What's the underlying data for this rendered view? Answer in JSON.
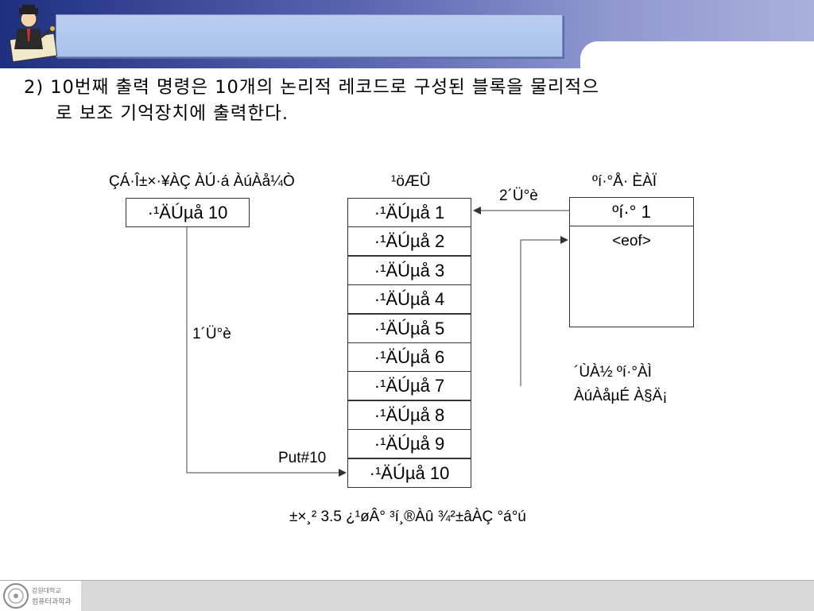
{
  "slide": {
    "description_line1": "2) 10번째 출력 명령은  10개의 논리적 레코드로 구성된  블록을 물리적으",
    "description_line2": "로 보조 기억장치에 출력한다."
  },
  "labels": {
    "program_area": "ÇÁ·Î±×·¥ÀÇ ÀÚ·á ÀúÀå¼Ò",
    "buffer": "¹öÆÛ",
    "output_device": "ºí·°Å· È­ÀÏ",
    "step2": "2´Ü°è",
    "step1": "1´Ü°è",
    "put_cmd": "Put#10",
    "next_block": "´ÙÀ½ ºí·°ÀÌ",
    "next_block2": "ÀúÀåµÉ À§Ä¡",
    "caption": "±×¸² 3.5  ¿­¹øÂ° ³í¸®Àû ¾²±âÀÇ °á°ú"
  },
  "program_record": "·¹ÄÚµå 10",
  "buffer_records": [
    "·¹ÄÚµå 1",
    "·¹ÄÚµå 2",
    "·¹ÄÚµå 3",
    "·¹ÄÚµå 4",
    "·¹ÄÚµå 5",
    "·¹ÄÚµå 6",
    "·¹ÄÚµå 7",
    "·¹ÄÚµå 8",
    "·¹ÄÚµå 9",
    "·¹ÄÚµå 10"
  ],
  "output_file": {
    "block": "ºí·° 1",
    "eof": "<eof>"
  },
  "footer": {
    "logo_line1": "강원대학교",
    "logo_line2": "컴퓨터과학과"
  }
}
